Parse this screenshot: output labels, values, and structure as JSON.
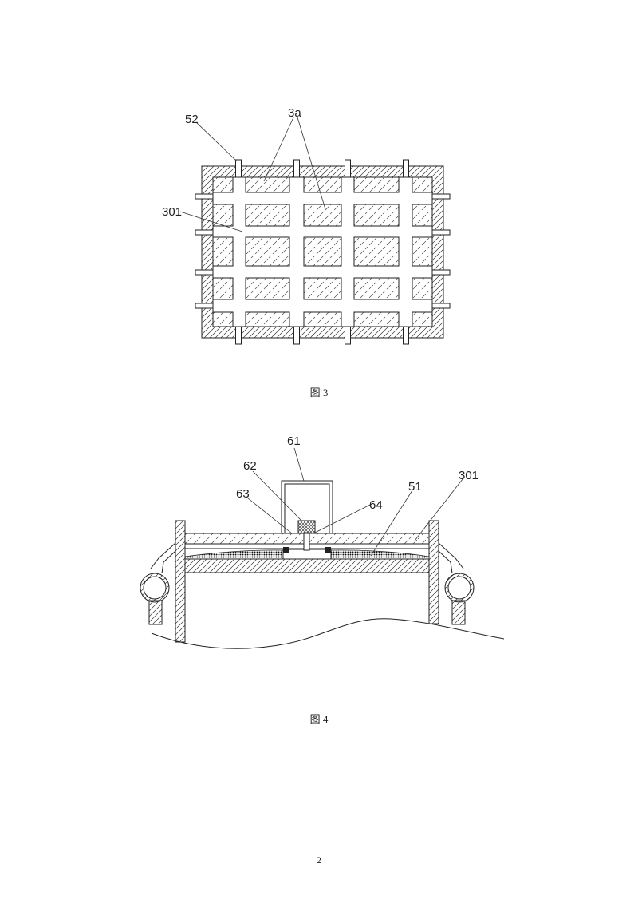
{
  "figure3": {
    "caption": "图 3",
    "labels": {
      "label_52": "52",
      "label_3a": "3a",
      "label_301": "301"
    }
  },
  "figure4": {
    "caption": "图 4",
    "labels": {
      "label_61": "61",
      "label_62": "62",
      "label_63": "63",
      "label_64": "64",
      "label_51": "51",
      "label_301": "301"
    }
  },
  "page_number": "2"
}
